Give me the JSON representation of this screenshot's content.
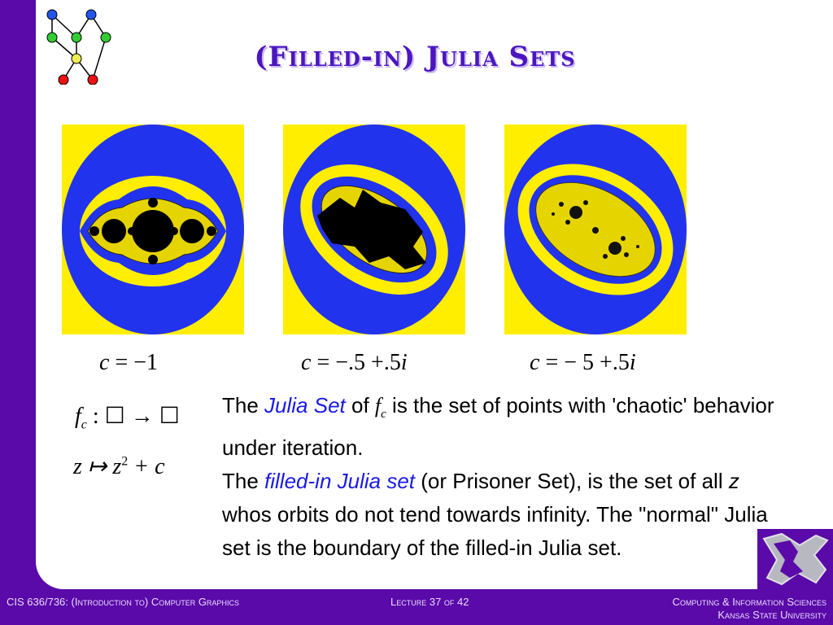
{
  "title": "(Filled-in) Julia Sets",
  "captions": [
    {
      "c": "c",
      "eq": " = ",
      "val": "−1",
      "imag": ""
    },
    {
      "c": "c",
      "eq": " = ",
      "val": "−.5 +.5",
      "imag": "i"
    },
    {
      "c": "c",
      "eq": " = ",
      "val": "− 5 +.5",
      "imag": "i"
    }
  ],
  "formula": {
    "line1_f": "f",
    "line1_sub": "c",
    "line1_rest": " : ☐  → ☐",
    "line2_a": "z ↦ z",
    "line2_sup": "2",
    "line2_b": " + c"
  },
  "body": {
    "p1_a": "The ",
    "p1_link": "Julia Set",
    "p1_b": " of ",
    "p1_f": "f",
    "p1_sub": "c",
    "p1_c": " is the set of points with 'chaotic' behavior under iteration.",
    "p2_a": "The ",
    "p2_link": "filled-in Julia set",
    "p2_b": " (or Prisoner Set), is the set of all ",
    "p2_z": "z",
    "p2_c": " whos orbits do not tend towards infinity. The \"normal\" Julia set is the boundary of the filled-in Julia set."
  },
  "footer": {
    "left": "CIS 636/736: (Introduction to) Computer Graphics",
    "center": "Lecture 37 of 42",
    "right_line1": "Computing & Information Sciences",
    "right_line2": "Kansas State University"
  },
  "colors": {
    "background": "#5a0aa8",
    "title": "#4b16c0",
    "fractal_blue": "#2233ee",
    "fractal_yellow": "#ffee00",
    "highlight": "#1a1ae6"
  }
}
